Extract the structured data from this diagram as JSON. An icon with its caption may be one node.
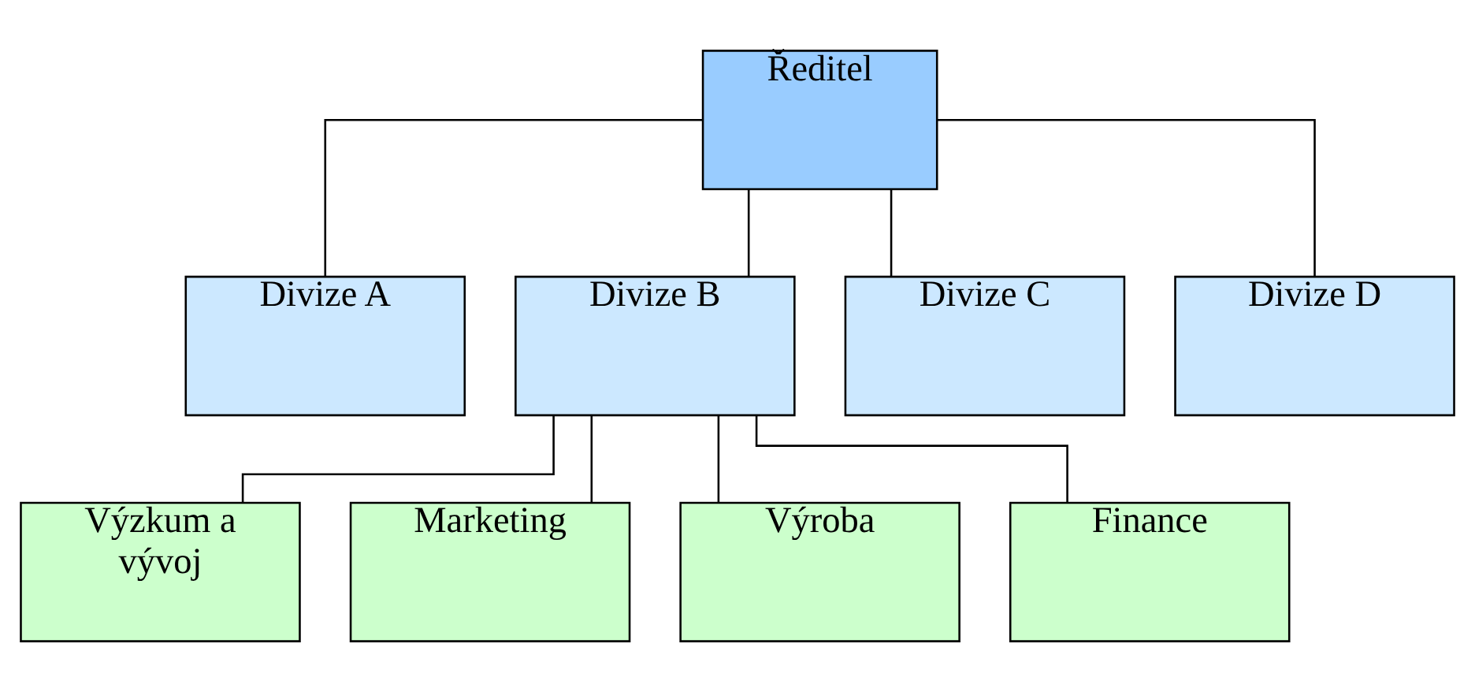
{
  "diagram": {
    "nodes": [
      {
        "text": [
          "Ředitel"
        ]
      },
      {
        "text": [
          "Divize A"
        ]
      },
      {
        "text": [
          "Divize B"
        ]
      },
      {
        "text": [
          "Divize C"
        ]
      },
      {
        "text": [
          "Divize D"
        ]
      },
      {
        "text": [
          "Výzkum a vývoj"
        ]
      },
      {
        "text": [
          "Marketing"
        ]
      },
      {
        "text": [
          "Výroba"
        ]
      },
      {
        "text": [
          "Finance"
        ]
      }
    ],
    "edges": [
      {
        "from": 0,
        "to": 1,
        "arrow": "none"
      },
      {
        "from": 0,
        "to": 2,
        "arrow": "none"
      },
      {
        "from": 0,
        "to": 3,
        "arrow": "none"
      },
      {
        "from": 0,
        "to": 4,
        "arrow": "none"
      },
      {
        "from": 2,
        "to": 5,
        "arrow": "none"
      },
      {
        "from": 2,
        "to": 6,
        "arrow": "none"
      },
      {
        "from": 2,
        "to": 7,
        "arrow": "none"
      },
      {
        "from": 2,
        "to": 8,
        "arrow": "none"
      }
    ]
  }
}
